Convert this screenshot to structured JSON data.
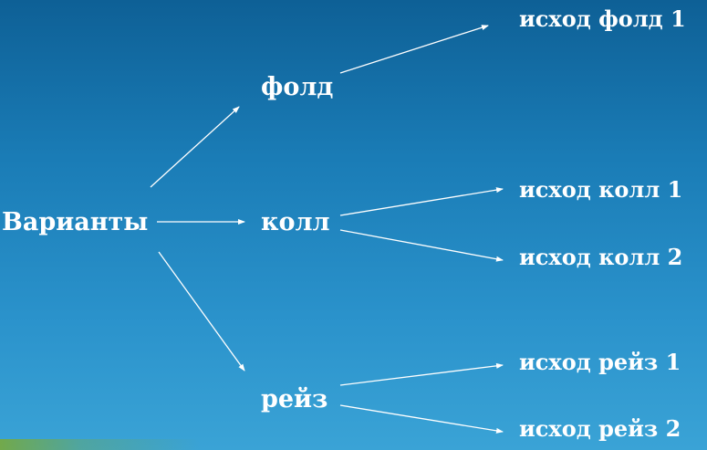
{
  "diagram": {
    "root": "Варианты",
    "actions": {
      "fold": "фолд",
      "call": "колл",
      "raise": "рейз"
    },
    "outcomes": {
      "fold_1": "исход фолд 1",
      "call_1": "исход колл 1",
      "call_2": "исход колл 2",
      "raise_1": "исход рейз 1",
      "raise_2": "исход рейз 2"
    }
  },
  "colors": {
    "background_top": "#0e6096",
    "background_bottom": "#3aa3d6",
    "text": "#ffffff",
    "arrows": "#ffffff"
  }
}
